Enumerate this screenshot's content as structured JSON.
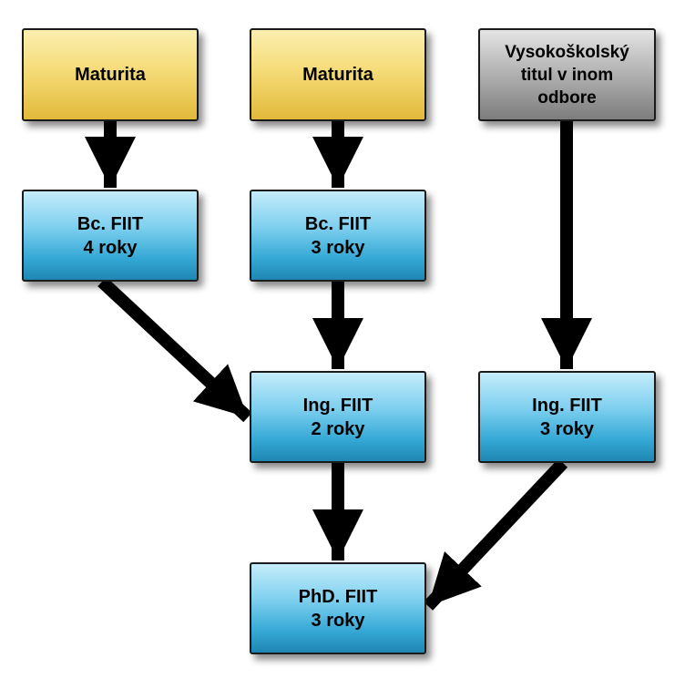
{
  "nodes": [
    {
      "id": "maturita-1",
      "label": "Maturita",
      "color": "yellow"
    },
    {
      "id": "maturita-2",
      "label": "Maturita",
      "color": "yellow"
    },
    {
      "id": "vysokoskolsky-titul",
      "label": "Vysokoškolský\ntitul v inom\nodbore",
      "color": "gray"
    },
    {
      "id": "bc-4",
      "label": "Bc. FIIT\n4 roky",
      "color": "blue"
    },
    {
      "id": "bc-3",
      "label": "Bc. FIIT\n3 roky",
      "color": "blue"
    },
    {
      "id": "ing-2",
      "label": "Ing. FIIT\n2 roky",
      "color": "blue"
    },
    {
      "id": "ing-3",
      "label": "Ing. FIIT\n3 roky",
      "color": "blue"
    },
    {
      "id": "phd-3",
      "label": "PhD. FIIT\n3 roky",
      "color": "blue"
    }
  ],
  "edges": [
    {
      "from": "maturita-1",
      "to": "bc-4"
    },
    {
      "from": "maturita-2",
      "to": "bc-3"
    },
    {
      "from": "vysokoskolsky-titul",
      "to": "ing-3"
    },
    {
      "from": "bc-4",
      "to": "ing-2"
    },
    {
      "from": "bc-3",
      "to": "ing-2"
    },
    {
      "from": "ing-2",
      "to": "phd-3"
    },
    {
      "from": "ing-3",
      "to": "phd-3"
    }
  ],
  "colors": {
    "yellow": "#f5dc78",
    "gray": "#b5b5b5",
    "blue": "#58bde3",
    "arrow": "#000000"
  }
}
